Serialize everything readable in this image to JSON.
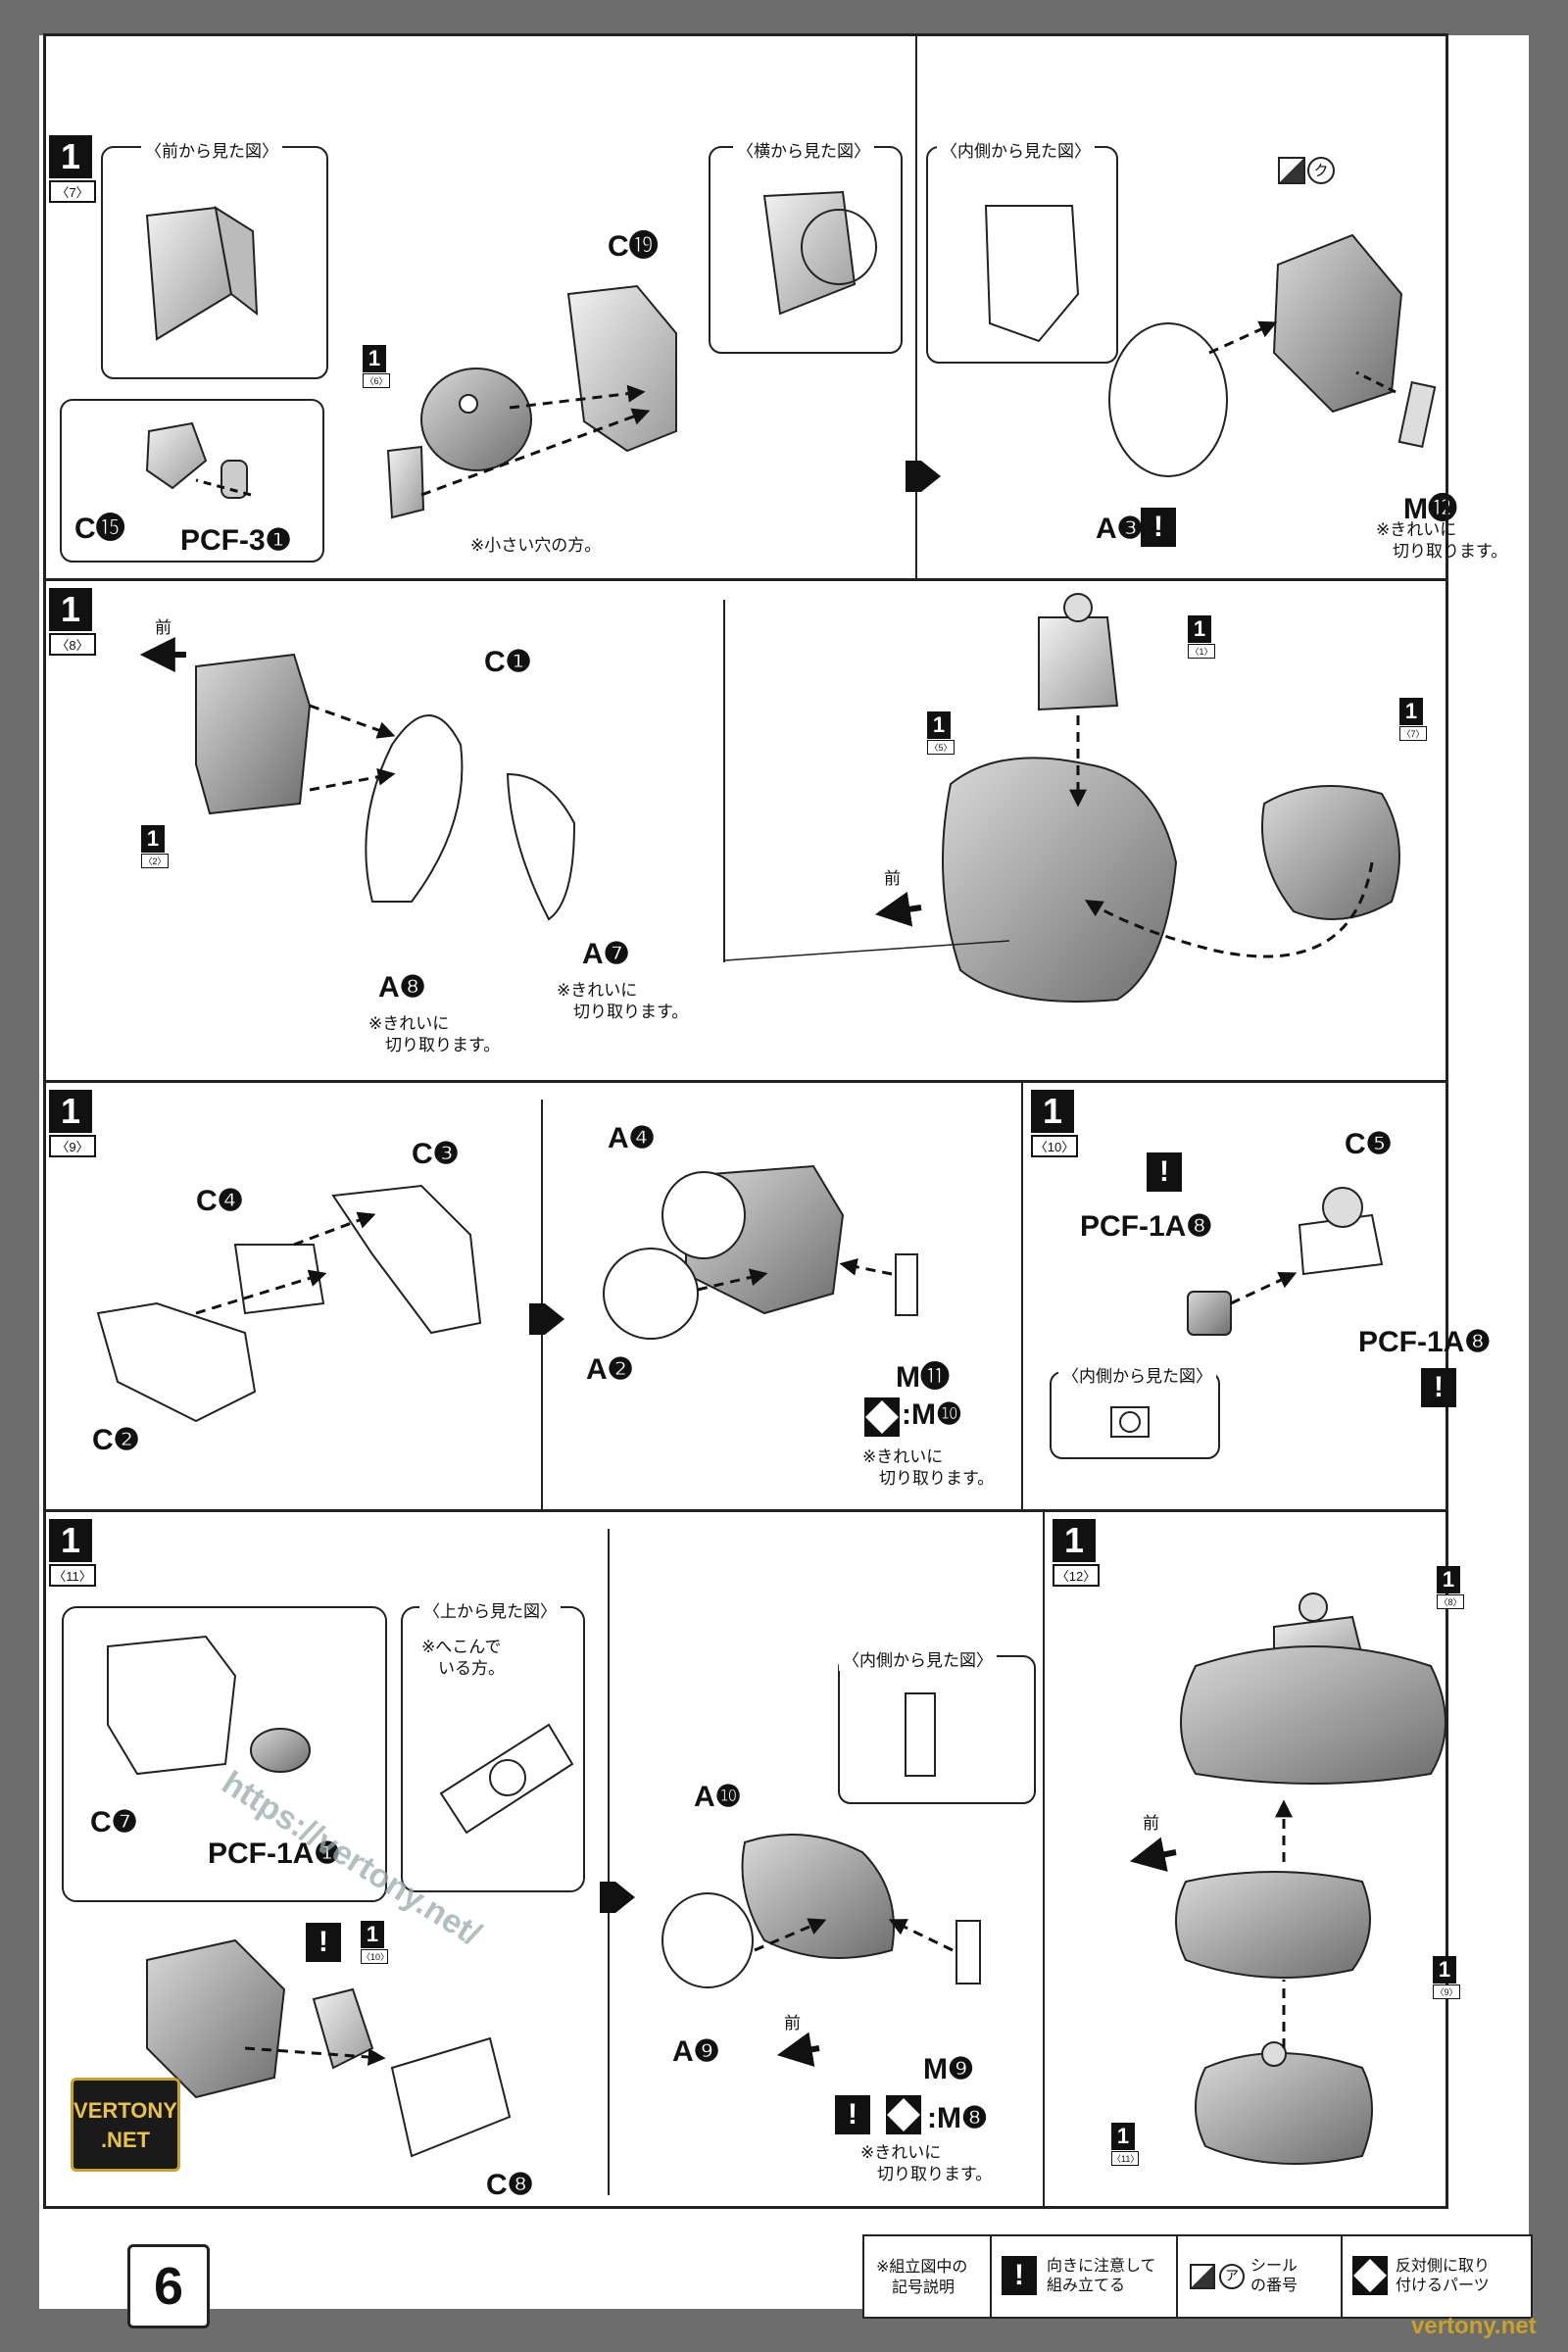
{
  "page_number": "6",
  "steps": {
    "s7": {
      "num": "1",
      "sub": "〈7〉"
    },
    "s8": {
      "num": "1",
      "sub": "〈8〉"
    },
    "s9": {
      "num": "1",
      "sub": "〈9〉"
    },
    "s10": {
      "num": "1",
      "sub": "〈10〉"
    },
    "s11": {
      "num": "1",
      "sub": "〈11〉"
    },
    "s12": {
      "num": "1",
      "sub": "〈12〉"
    }
  },
  "refs": {
    "r6": {
      "num": "1",
      "sub": "〈6〉"
    },
    "r1": {
      "num": "1",
      "sub": "〈1〉"
    },
    "r5": {
      "num": "1",
      "sub": "〈5〉"
    },
    "r7": {
      "num": "1",
      "sub": "〈7〉"
    },
    "r2": {
      "num": "1",
      "sub": "〈2〉"
    },
    "r8": {
      "num": "1",
      "sub": "〈8〉"
    },
    "r9": {
      "num": "1",
      "sub": "〈9〉"
    },
    "r11": {
      "num": "1",
      "sub": "〈11〉"
    },
    "r10": {
      "num": "1",
      "sub": "〈10〉"
    }
  },
  "insets": {
    "front_view": "〈前から見た図〉",
    "side_view": "〈横から見た図〉",
    "inner_view": "〈内側から見た図〉",
    "top_view": "〈上から見た図〉"
  },
  "labels": {
    "C19": "C⓳",
    "C15": "C⓯",
    "PCF3_1": "PCF-3❶",
    "A3": "A❸",
    "M12": "M⓬",
    "C1": "C❶",
    "A8": "A❽",
    "A7": "A❼",
    "C3": "C❸",
    "C4": "C❹",
    "C2": "C❷",
    "A4": "A❹",
    "A2": "A❷",
    "M11": "M⓫",
    "M10": ":M❿",
    "C5": "C❺",
    "PCF1A8_a": "PCF-1A❽",
    "PCF1A8_b": "PCF-1A❽",
    "C7": "C❼",
    "PCF1A1": "PCF-1A❶",
    "C8": "C❽",
    "A10": "A❿",
    "A9": "A❾",
    "M9": "M❾",
    "M8": ":M❽",
    "front": "前",
    "sticker": "ク"
  },
  "notes": {
    "small_hole": "※小さい穴の方。",
    "clean_cut": "※きれいに\n　切り取ります。",
    "dented_side": "※へこんで\n　いる方。"
  },
  "legend": {
    "title": "※組立図中の\n　記号説明",
    "warn": "向きに注意して\n組み立てる",
    "sticker_num": "シール\nの番号",
    "sticker_mark": "ア",
    "mirror": "反対側に取り\n付けるパーツ"
  },
  "watermark": {
    "url": "https://vertony.net/",
    "logo_line1": "VERTONY",
    "logo_line2": ".NET",
    "footer": "vertony.net"
  }
}
